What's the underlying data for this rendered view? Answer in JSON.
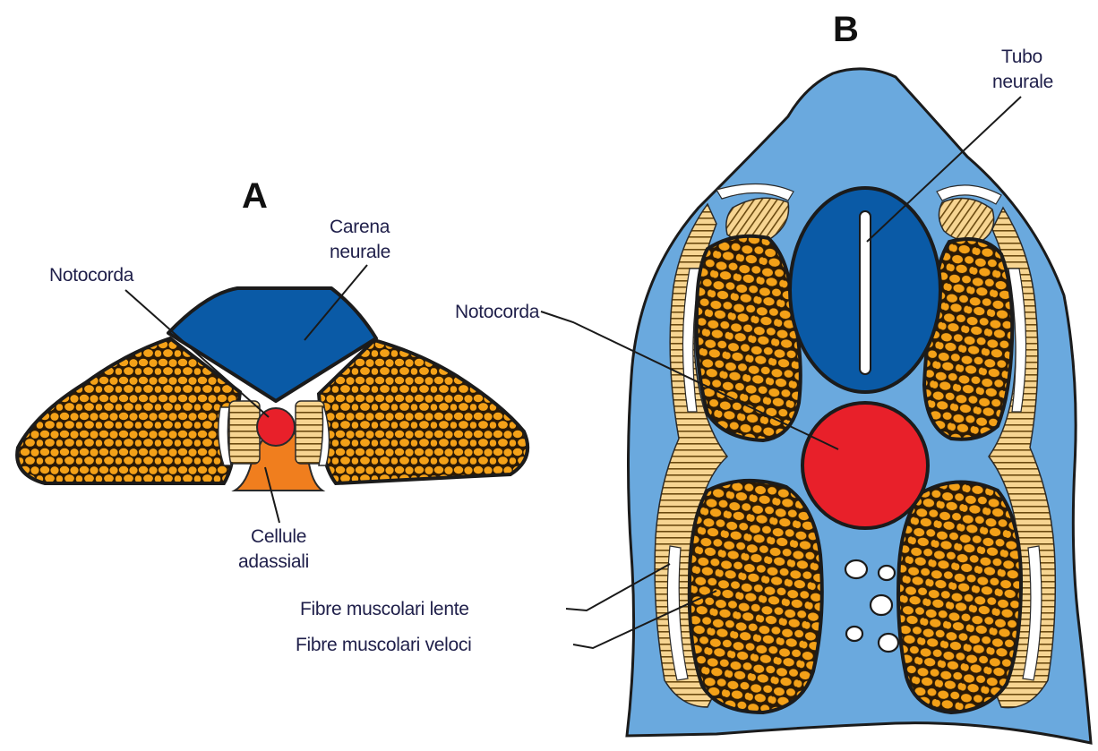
{
  "panels": {
    "a": "A",
    "b": "B"
  },
  "panel_a": {
    "labels": {
      "notocorda": "Notocorda",
      "carena_line1": "Carena",
      "carena_line2": "neurale",
      "cellule_line1": "Cellule",
      "cellule_line2": "adassiali"
    }
  },
  "panel_b": {
    "labels": {
      "tubo_line1": "Tubo",
      "tubo_line2": "neurale",
      "notocorda": "Notocorda",
      "fibre_lente": "Fibre muscolari lente",
      "fibre_veloci": "Fibre muscolari veloci"
    }
  },
  "colors": {
    "neural": "#0a5aa6",
    "notochord": "#e8202a",
    "fast_muscle_cells": "#f4a118",
    "muscle_mesh": "#2b1a06",
    "slow_muscle": "#f7d592",
    "adaxial": "#f07e1e",
    "body_blue": "#6aa9de",
    "outline": "#2a2a2a"
  }
}
